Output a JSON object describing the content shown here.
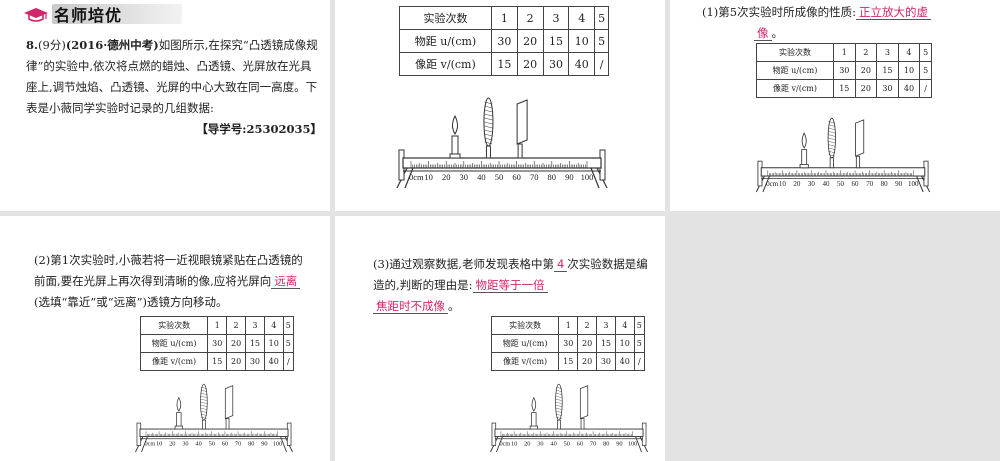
{
  "brand": {
    "title": "名师培优"
  },
  "question": {
    "number": "8.",
    "points": "(9分)",
    "source": "(2016·德州中考)",
    "stem": "如图所示,在探究“凸透镜成像规律”的实验中,依次将点燃的蜡烛、凸透镜、光屏放在光具座上,调节烛焰、凸透镜、光屏的中心大致在同一高度。下表是小薇同学实验时记录的几组数据:",
    "guide_label": "【导学号:25302035】"
  },
  "table": {
    "headers": [
      "实验次数",
      "1",
      "2",
      "3",
      "4",
      "5"
    ],
    "rows": [
      [
        "物距 u/(cm)",
        "30",
        "20",
        "15",
        "10",
        "5"
      ],
      [
        "像距 v/(cm)",
        "15",
        "20",
        "30",
        "40",
        "/"
      ]
    ]
  },
  "bench": {
    "scale_labels": [
      "0cm",
      "10",
      "20",
      "30",
      "40",
      "50",
      "60",
      "70",
      "80",
      "90",
      "100"
    ]
  },
  "sub1": {
    "prefix": "(1)第5次实验时所成像的性质:",
    "answer_a": "正立放大的虚",
    "answer_b": "像",
    "suffix": "。"
  },
  "sub2": {
    "text_a": "(2)第1次实验时,小薇若将一近视眼镜紧贴在凸透镜的前面,要在光屏上再次得到清晰的像,应将光屏向",
    "answer": "远离",
    "text_b": "(选填“靠近”或“远离”)透镜方向移动。"
  },
  "sub3": {
    "text_a": "(3)通过观察数据,老师发现表格中第",
    "answer_num": "4",
    "text_b": "次实验数据是编造的,判断的理由是:",
    "answer_reason_a": "物距等于一倍",
    "answer_reason_b": "焦距时不成像",
    "suffix": "。"
  }
}
